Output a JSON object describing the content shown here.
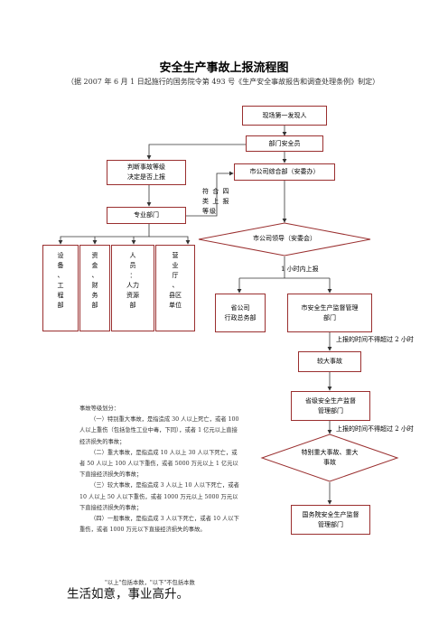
{
  "title": "安全生产事故上报流程图",
  "subtitle": "（据 2007 年 6 月 1 日起施行的国务院令第 493 号《生产安全事故报告和调查处理条例》制定）",
  "nodes": {
    "witness": "现场第一发现人",
    "dept_head": "部门安全员",
    "judge": "判断事故等级\n决定是否上报",
    "company_office": "市公司综合部（安委办）",
    "prof_dept": "专业部门",
    "company_leader": "市公司领导（安委会）",
    "sub1": "设\n备\n、\n工\n程\n部",
    "sub2": "资\n金\n、\n财\n务\n部",
    "sub3": "人\n员\n：\n人力\n资源\n部",
    "sub4": "营\n业\n厅\n、\n县区\n单位",
    "prov_office": "省公司\n行政总务部",
    "city_safety": "市安全生产监督管理\n部门",
    "major_accident": "较大事故",
    "prov_safety": "省级安全生产监督\n管理部门",
    "serious_accident": "特别重大事故、重大\n事故",
    "state_safety": "国务院安全生产监督\n管理部门"
  },
  "labels": {
    "meets_level": "符 合 四\n类 上 报\n等级",
    "within_hour": "1 小时内上报",
    "interval1": "上报的时间不得超过 2 小时",
    "interval2": "上报的时间不得超过 2 小时"
  },
  "notes": [
    "事故等级划分：",
    "（一）特别重大事故，是指造成 30 人以上死亡，或者 100 人以上重伤（包括急性工业中毒，下同），或者 1 亿元以上直接经济损失的事故；",
    "（二）重大事故，是指造成 10 人以上 30 人以下死亡，或者 50 人以上 100 人以下重伤，或者 5000 万元以上 1 亿元以下直接经济损失的事故；",
    "（三）较大事故，是指造成 3 人以上 10 人以下死亡，或者 10 人以上 50 人以下重伤，或者 1000 万元以上 5000 万元以下直接经济损失的事故；",
    "（四）一般事故，是指造成 3 人以下死亡，或者 10 人以下重伤，或者 1000 万元以下直接经济损失的事故。"
  ],
  "footnote": "\"以上\"包括本数，\"以下\"不包括本数",
  "slogan": "生活如意，事业高升。"
}
